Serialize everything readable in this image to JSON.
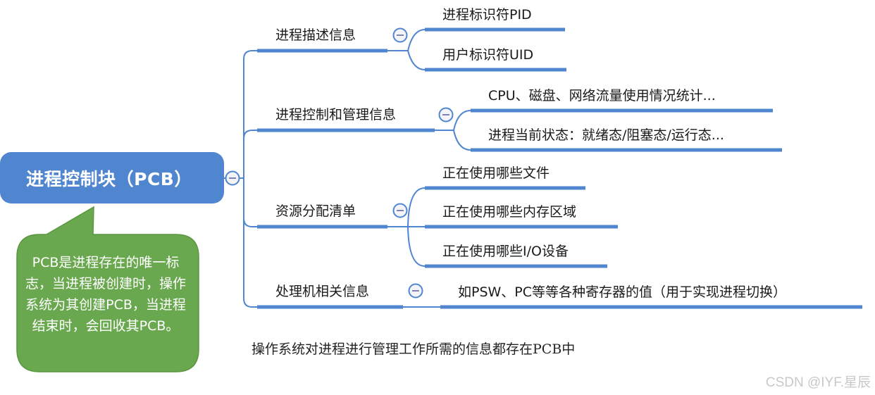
{
  "colors": {
    "root_fill": "#4f86cf",
    "line": "#4f86cf",
    "callout_fill": "#6aa84f",
    "callout_border": "#5a9640",
    "toggle_fill": "#f4f4f8",
    "text": "#1a1a1a",
    "watermark": "#c8c8c8"
  },
  "root": {
    "label": "进程控制块（PCB）",
    "toggle_icon": "collapse-minus-icon"
  },
  "callout": {
    "text": "PCB是进程存在的唯一标志，当进程被创建时，操作系统为其创建PCB，当进程结束时，会回收其PCB。"
  },
  "branches": [
    {
      "label": "进程描述信息",
      "toggle_icon": "collapse-minus-icon",
      "children": [
        {
          "label": "进程标识符PID"
        },
        {
          "label": "用户标识符UID"
        }
      ]
    },
    {
      "label": "进程控制和管理信息",
      "toggle_icon": "collapse-minus-icon",
      "children": [
        {
          "label": "CPU、磁盘、网络流量使用情况统计..."
        },
        {
          "label": "进程当前状态：就绪态/阻塞态/运行态..."
        }
      ]
    },
    {
      "label": "资源分配清单",
      "toggle_icon": "collapse-minus-icon",
      "children": [
        {
          "label": "正在使用哪些文件"
        },
        {
          "label": "正在使用哪些内存区域"
        },
        {
          "label": "正在使用哪些I/O设备"
        }
      ]
    },
    {
      "label": "处理机相关信息",
      "toggle_icon": "collapse-minus-icon",
      "children": [
        {
          "label": "如PSW、PC等等各种寄存器的值（用于实现进程切换）"
        }
      ]
    }
  ],
  "caption": "操作系统对进程进行管理工作所需的信息都存在PCB中",
  "watermark": "CSDN @IYF.星辰"
}
